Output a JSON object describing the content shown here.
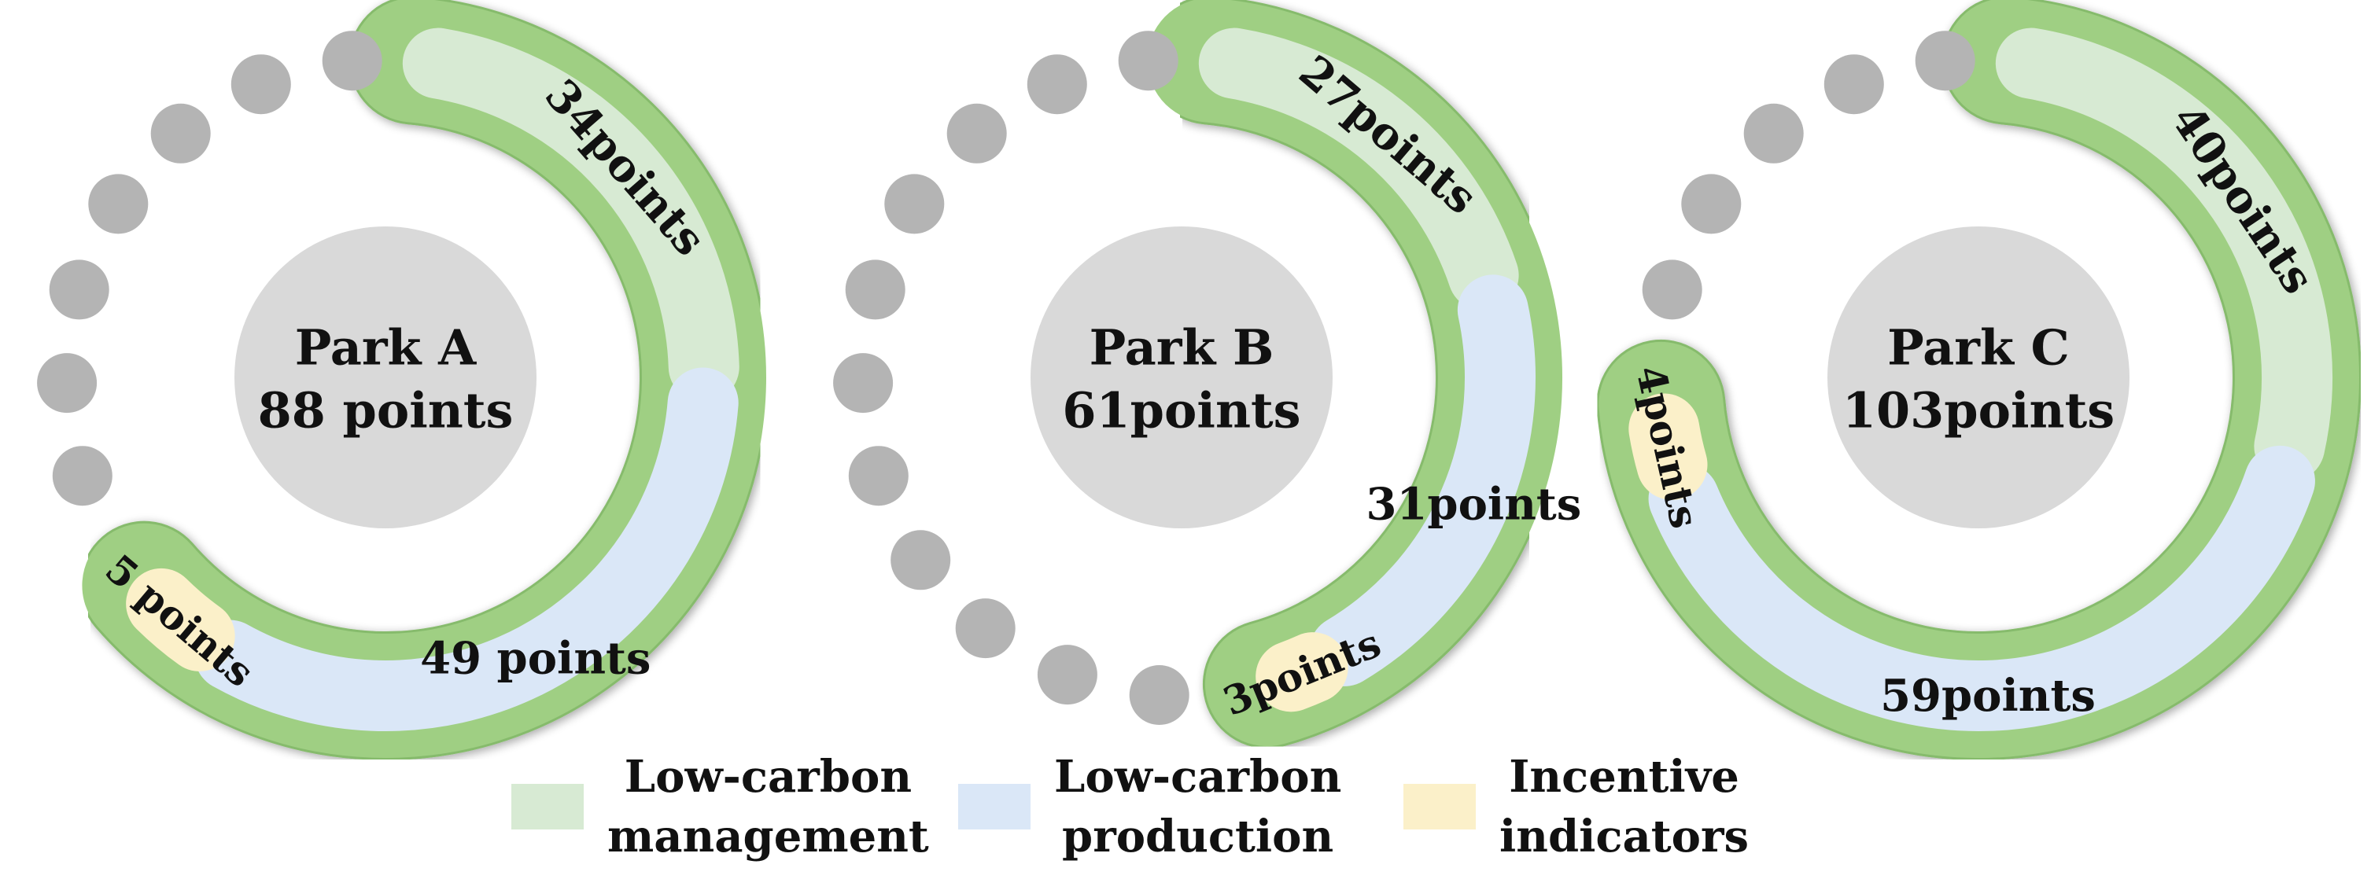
{
  "chart_data": {
    "type": "radial-bar",
    "legend": [
      {
        "key": "management",
        "label": "Low-carbon\nmanagement",
        "color": "#d7ead3"
      },
      {
        "key": "production",
        "label": "Low-carbon\nproduction",
        "color": "#dae7f7"
      },
      {
        "key": "incentive",
        "label": "Incentive\nindicators",
        "color": "#fbf0c9"
      }
    ],
    "colors": {
      "ring": "#9fcf83",
      "ring_edge": "#86bb6c",
      "center": "#d9d9d9",
      "dot": "#b4b4b4"
    },
    "parks": [
      {
        "name": "Park A",
        "total_label": "88 points",
        "total": 88,
        "segments": [
          {
            "category": "management",
            "value": 34,
            "label": "34points"
          },
          {
            "category": "production",
            "value": 49,
            "label": "49 points"
          },
          {
            "category": "incentive",
            "value": 5,
            "label": "5 points"
          }
        ]
      },
      {
        "name": "Park B",
        "total_label": "61points",
        "total": 61,
        "segments": [
          {
            "category": "management",
            "value": 27,
            "label": "27points"
          },
          {
            "category": "production",
            "value": 31,
            "label": "31points"
          },
          {
            "category": "incentive",
            "value": 3,
            "label": "3points"
          }
        ]
      },
      {
        "name": "Park C",
        "total_label": "103points",
        "total": 103,
        "segments": [
          {
            "category": "management",
            "value": 40,
            "label": "40points"
          },
          {
            "category": "production",
            "value": 59,
            "label": "59points"
          },
          {
            "category": "incentive",
            "value": 4,
            "label": "4points"
          }
        ]
      }
    ]
  }
}
